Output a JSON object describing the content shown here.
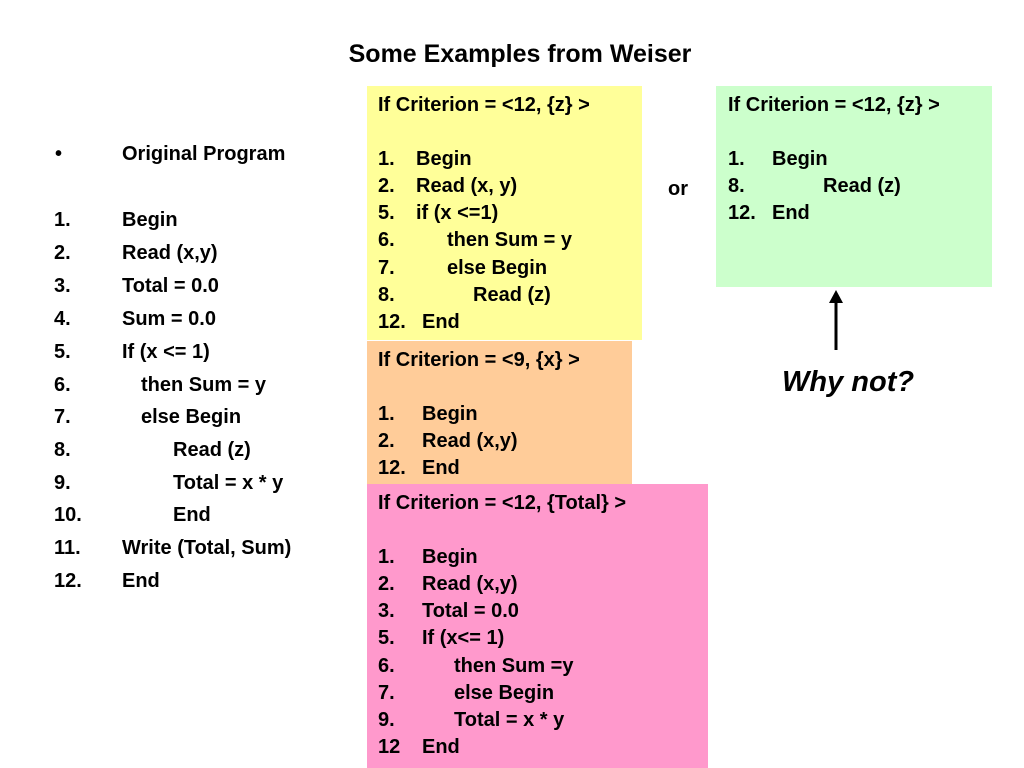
{
  "title": "Some Examples from Weiser",
  "original": {
    "bullet": "•",
    "header": "Original Program",
    "lines": [
      {
        "num": "1.",
        "code": "Begin"
      },
      {
        "num": "2.",
        "code": "Read (x,y)"
      },
      {
        "num": "3.",
        "code": "Total = 0.0"
      },
      {
        "num": "4.",
        "code": "Sum = 0.0"
      },
      {
        "num": "5.",
        "code": "If (x <= 1)"
      },
      {
        "num": "6.",
        "code": "then Sum = y"
      },
      {
        "num": "7.",
        "code": "else Begin"
      },
      {
        "num": "8.",
        "code": "Read (z)"
      },
      {
        "num": "9.",
        "code": "Total = x * y"
      },
      {
        "num": "10.",
        "code": "End"
      },
      {
        "num": "11.",
        "code": "Write (Total, Sum)"
      },
      {
        "num": "12.",
        "code": "End"
      }
    ]
  },
  "slices": {
    "yellow": {
      "criterion": "If  Criterion =  <12, {z} >",
      "lines": [
        {
          "num": "1.",
          "code": "Begin"
        },
        {
          "num": "2.",
          "code": "Read (x, y)"
        },
        {
          "num": "5.",
          "code": "if (x <=1)"
        },
        {
          "num": "6.",
          "code": "then Sum = y"
        },
        {
          "num": "7.",
          "code": "else Begin"
        },
        {
          "num": "8.",
          "code": "Read (z)"
        },
        {
          "num": "12.",
          "code": "End"
        }
      ]
    },
    "green": {
      "criterion": "If  Criterion =  <12, {z} >",
      "lines": [
        {
          "num": "1.",
          "code": "Begin"
        },
        {
          "num": "8.",
          "code": "Read (z)"
        },
        {
          "num": "12.",
          "code": "End"
        }
      ]
    },
    "orange": {
      "criterion": "If  Criterion =  <9, {x} >",
      "lines": [
        {
          "num": "1.",
          "code": "Begin"
        },
        {
          "num": "2.",
          "code": "Read (x,y)"
        },
        {
          "num": "12.",
          "code": "End"
        }
      ]
    },
    "pink": {
      "criterion": "If  Criterion =  <12, {Total} >",
      "lines": [
        {
          "num": "1.",
          "code": "Begin"
        },
        {
          "num": "2.",
          "code": "Read (x,y)"
        },
        {
          "num": "3.",
          "code": "Total = 0.0"
        },
        {
          "num": "5.",
          "code": "If (x<= 1)"
        },
        {
          "num": "6.",
          "code": "then Sum =y"
        },
        {
          "num": "7.",
          "code": "else Begin"
        },
        {
          "num": "9.",
          "code": "Total = x * y"
        },
        {
          "num": "12",
          "code": "End"
        }
      ]
    }
  },
  "or_label": "or",
  "why_not": "Why not?",
  "colors": {
    "yellow": "#ffff99",
    "green": "#ccffcc",
    "orange": "#ffcc99",
    "pink": "#ff99cc"
  }
}
